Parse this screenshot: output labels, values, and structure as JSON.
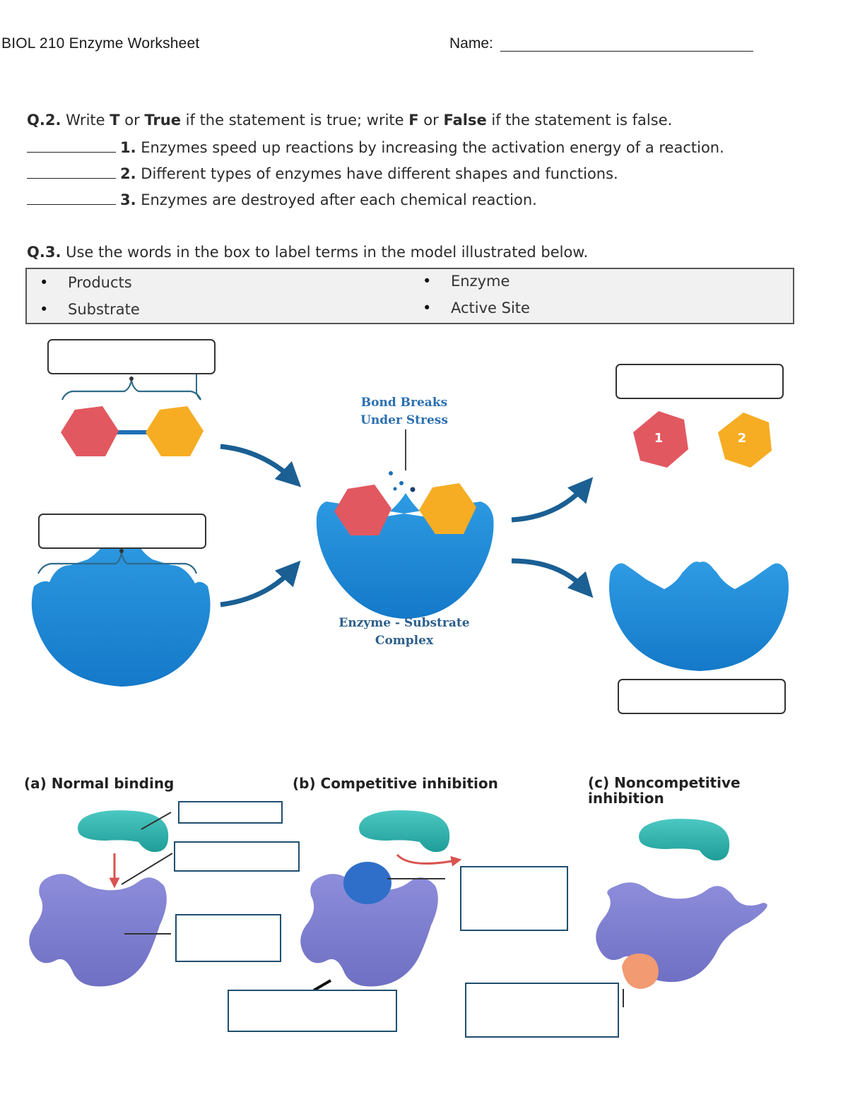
{
  "header": {
    "title": "BIOL 210 Enzyme Worksheet",
    "name_label": "Name:"
  },
  "q2": {
    "number": "Q.2.",
    "instruction_parts": [
      "Write ",
      "T",
      " or ",
      "True",
      " if the statement is true; write ",
      "F",
      " or ",
      "False",
      " if the statement is false."
    ],
    "statements": [
      {
        "num": "1.",
        "text": "Enzymes speed up reactions by increasing the activation energy of a reaction."
      },
      {
        "num": "2.",
        "text": "Different types of enzymes have different shapes and functions."
      },
      {
        "num": "3.",
        "text": "Enzymes are destroyed after each chemical reaction."
      }
    ]
  },
  "q3": {
    "number": "Q.3.",
    "instruction": "Use the words in the box to label terms in the model illustrated below.",
    "words": [
      "Products",
      "Enzyme",
      "Substrate",
      "Active Site"
    ]
  },
  "diagram": {
    "bond_breaks": [
      "Bond Breaks",
      "Under Stress"
    ],
    "complex": [
      "Enzyme - Substrate",
      "Complex"
    ],
    "product_labels": [
      "1",
      "2"
    ],
    "colors": {
      "red": "#e05a5f",
      "yellow": "#f5ac26",
      "blue": "#1e8ad6",
      "arrow": "#1b5f93"
    }
  },
  "inhibition": {
    "panels": [
      "(a) Normal binding",
      "(b) Competitive inhibition",
      "(c) Noncompetitive inhibition"
    ],
    "colors": {
      "teal": "#2bb3ad",
      "purple": "#7f7fd0",
      "blue": "#2f6fc9",
      "orange": "#f29a72"
    }
  }
}
